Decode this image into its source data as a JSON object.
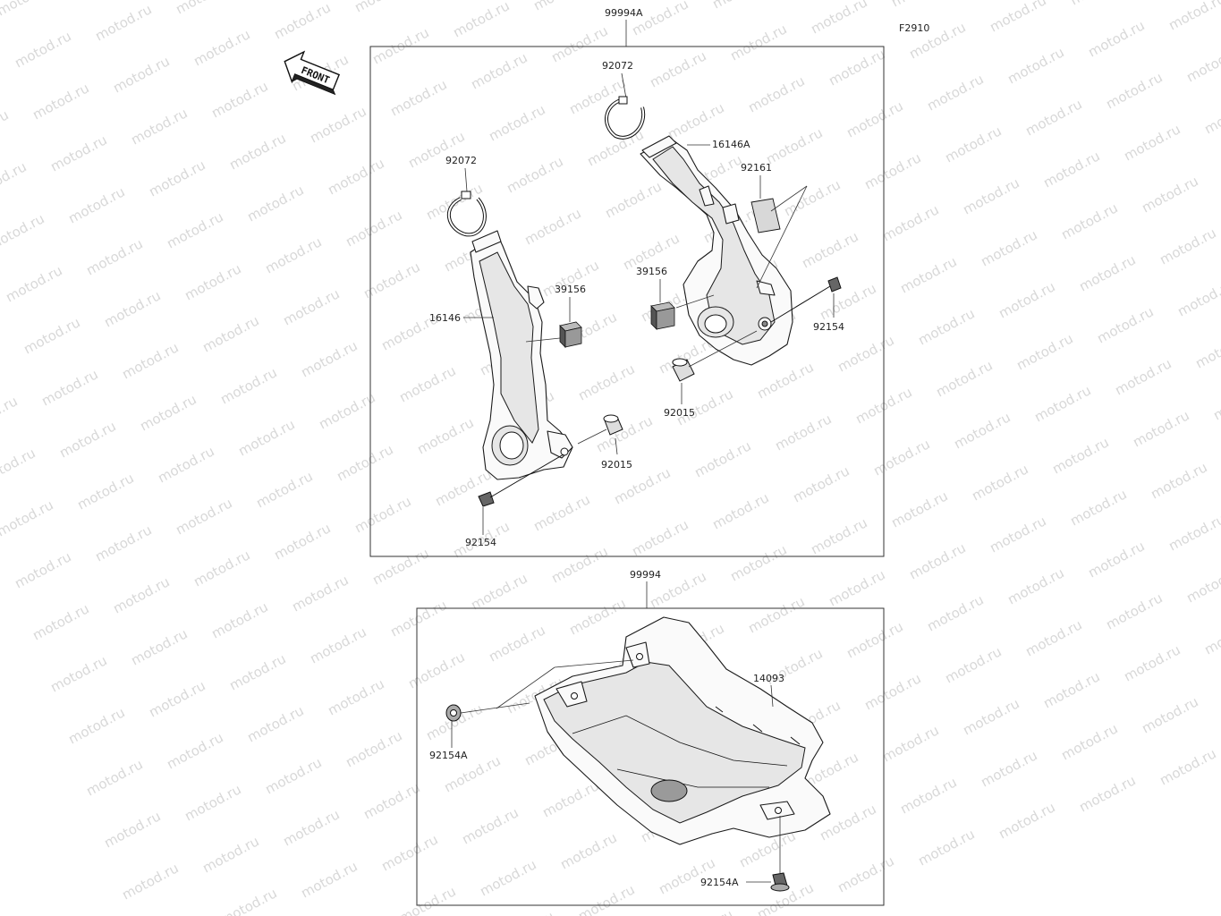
{
  "figure_code": "F2910",
  "watermark": "motod.ru",
  "front_label": "FRONT",
  "kits": {
    "upper": {
      "label": "99994A"
    },
    "lower": {
      "label": "99994"
    }
  },
  "parts": {
    "clip_top": "92072",
    "clip_left": "92072",
    "cover_right": "16146A",
    "pad_right_upper": "92161",
    "pad_right": "39156",
    "pad_left": "39156",
    "cover_left": "16146",
    "bolt_right": "92154",
    "collar_right": "92015",
    "collar_left": "92015",
    "bolt_left": "92154",
    "skid_plate": "14093",
    "bolt_skid_left": "92154A",
    "bolt_skid_bottom": "92154A"
  }
}
